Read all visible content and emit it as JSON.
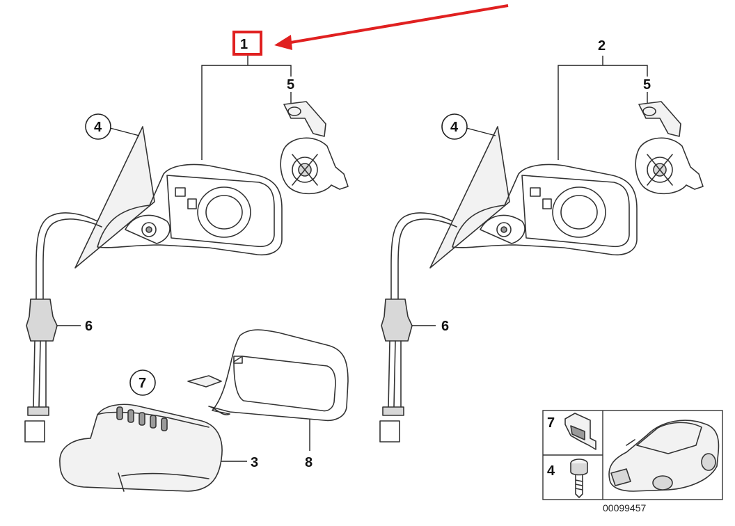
{
  "callouts": {
    "p1": "1",
    "p2": "2",
    "p3": "3",
    "p4_left": "4",
    "p4_right": "4",
    "p5_left": "5",
    "p5_right": "5",
    "p6_left": "6",
    "p6_right": "6",
    "p7": "7",
    "p8": "8"
  },
  "inset": {
    "item_top": "7",
    "item_bottom": "4"
  },
  "reference_code": "00099457",
  "colors": {
    "highlight": "#e02020",
    "line": "#333333"
  }
}
